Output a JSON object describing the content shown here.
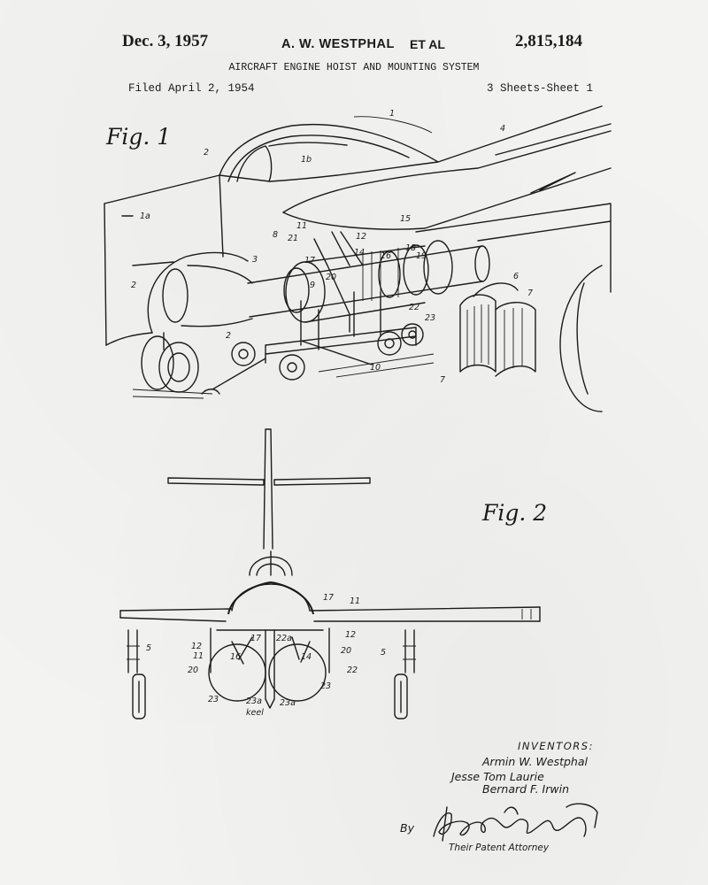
{
  "header": {
    "date": "Dec. 3, 1957",
    "inventor": "A. W. WESTPHAL",
    "inventor_suffix": "ET AL",
    "patent_number": "2,815,184",
    "title": "AIRCRAFT ENGINE HOIST AND MOUNTING SYSTEM",
    "filed": "Filed April 2, 1954",
    "sheets": "3 Sheets-Sheet 1"
  },
  "figures": {
    "fig1_label": "Fig. 1",
    "fig2_label": "Fig. 2"
  },
  "fig1_callouts": [
    "1",
    "2",
    "2",
    "1a",
    "1b",
    "3",
    "4",
    "8",
    "11",
    "21",
    "12",
    "15",
    "14",
    "17",
    "16",
    "18",
    "19",
    "9",
    "20",
    "22",
    "23",
    "10",
    "2",
    "6",
    "7",
    "7"
  ],
  "fig2_callouts": [
    "17",
    "11",
    "12",
    "11",
    "17",
    "22a",
    "12",
    "5",
    "16",
    "14",
    "20",
    "20",
    "22",
    "5",
    "23",
    "23",
    "23a",
    "23a",
    "keel"
  ],
  "inventors": {
    "heading": "INVENTORS:",
    "names": [
      "Armin W. Westphal",
      "Jesse Tom Laurie",
      "Bernard F. Irwin"
    ],
    "by": "By",
    "attorney_caption": "Their Patent Attorney"
  },
  "colors": {
    "paper": "#f3f3f1",
    "ink": "#1c1c1c"
  }
}
